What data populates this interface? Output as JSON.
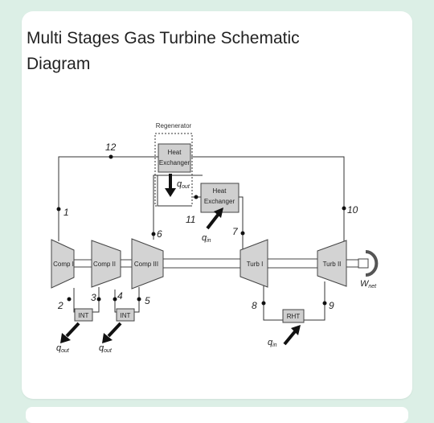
{
  "card": {
    "title": "Multi Stages Gas Turbine Schematic Diagram"
  },
  "diagram": {
    "regenerator_label": "Regenerator",
    "heat_exchanger_top": {
      "line1": "Heat",
      "line2": "Exchanger"
    },
    "heat_exchanger_mid": {
      "line1": "Heat",
      "line2": "Exchanger"
    },
    "components": {
      "comp1": "Comp I",
      "comp2": "Comp II",
      "comp3": "Comp III",
      "turb1": "Turb I",
      "turb2": "Turb II"
    },
    "intercooler_1": "INT",
    "intercooler_2": "INT",
    "reheater": "RHT",
    "states": {
      "s1": "1",
      "s2": "2",
      "s3": "3",
      "s4": "4",
      "s5": "5",
      "s6": "6",
      "s7": "7",
      "s8": "8",
      "s9": "9",
      "s10": "10",
      "s11": "11",
      "s12": "12"
    },
    "heat": {
      "q": "q",
      "out": "out",
      "in": "in"
    },
    "work": {
      "w": "W",
      "net": "net"
    }
  }
}
